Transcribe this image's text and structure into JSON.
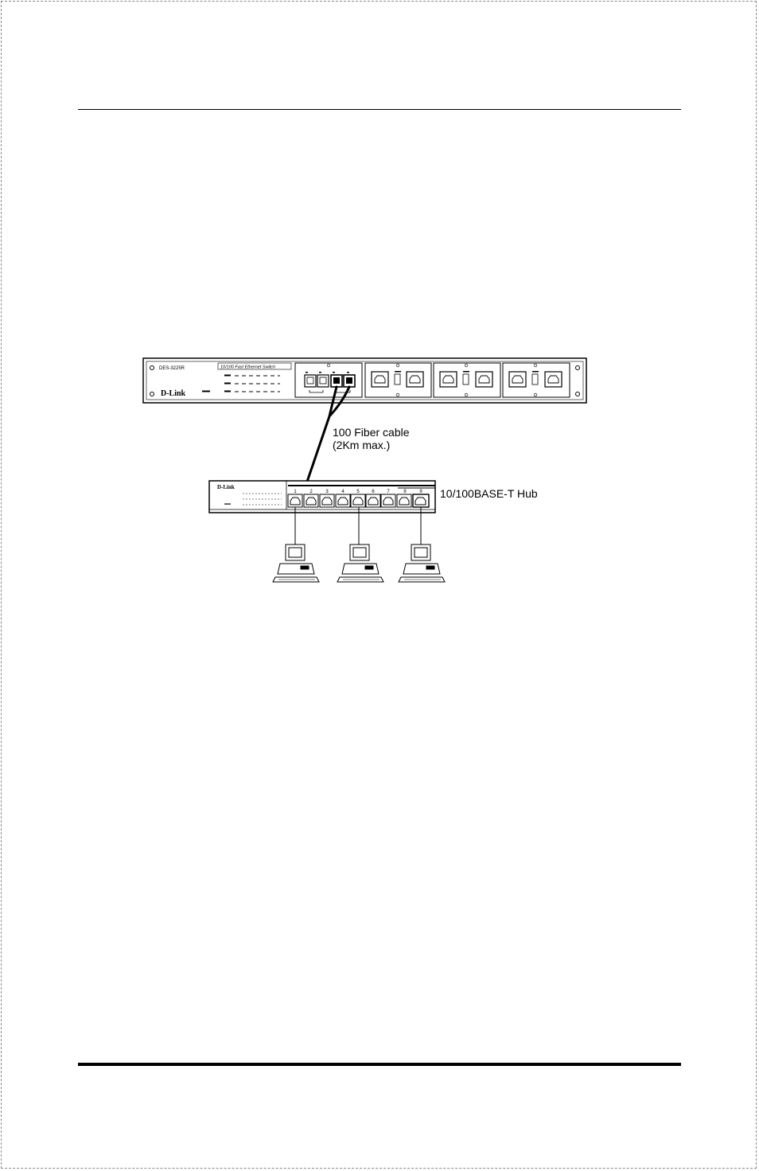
{
  "diagram": {
    "switch": {
      "brand": "D-Link",
      "model": "DES-3225R",
      "product": "10/100 Fast Ethernet Switch"
    },
    "cable": {
      "label_line1": "100 Fiber cable",
      "label_line2": "(2Km max.)"
    },
    "hub": {
      "brand": "D-Link",
      "label": "10/100BASE-T Hub",
      "port_numbers": [
        "1",
        "2",
        "3",
        "4",
        "5",
        "6",
        "7",
        "8",
        "9"
      ]
    },
    "workstations": 3
  }
}
